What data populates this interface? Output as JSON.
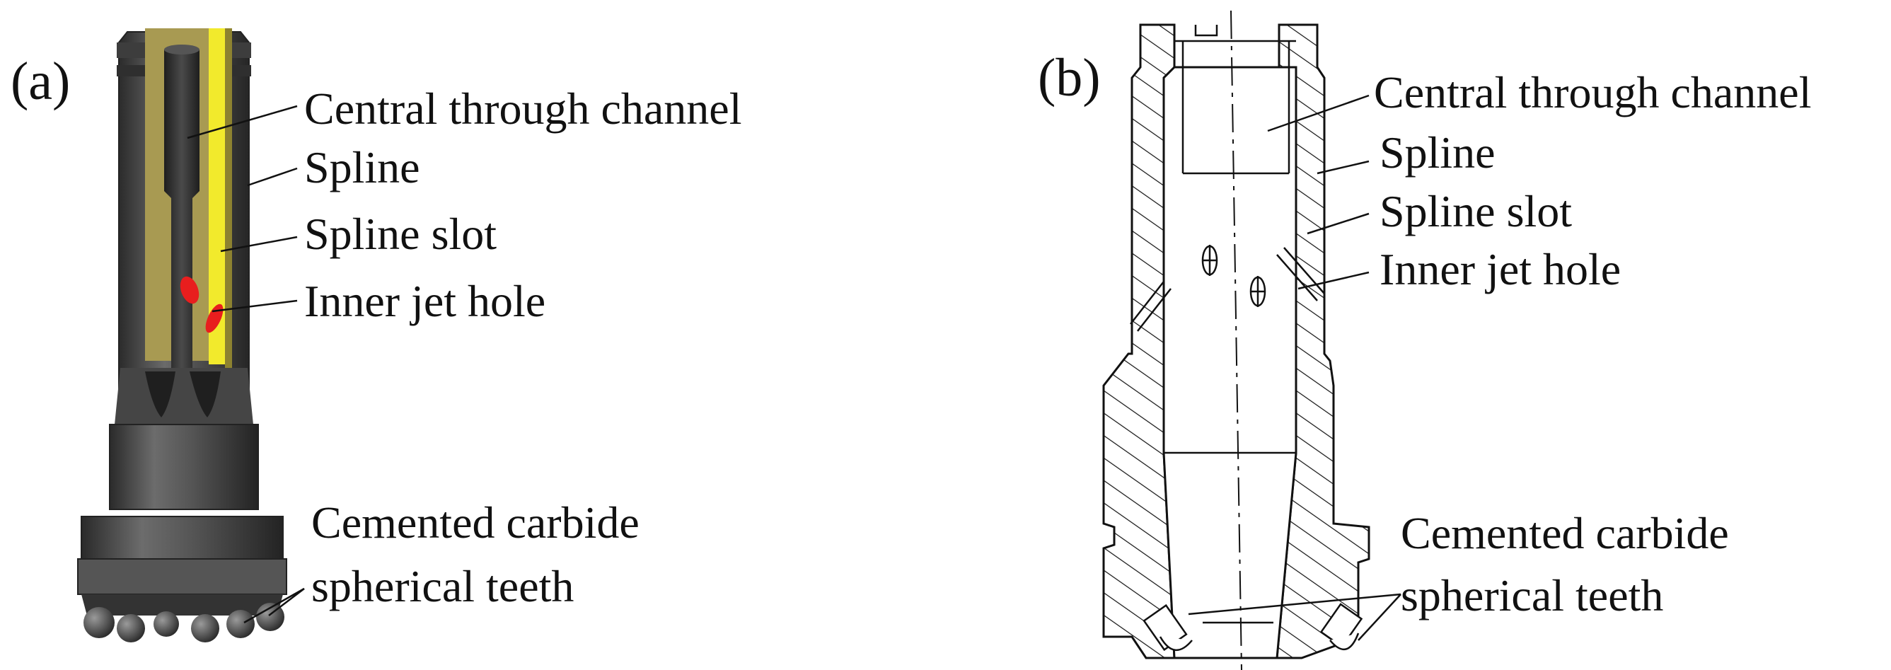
{
  "panel_a": {
    "label": "(a)",
    "callouts": {
      "central_channel": "Central through channel",
      "spline": "Spline",
      "spline_slot": "Spline slot",
      "inner_jet_hole": "Inner jet hole",
      "teeth_line1": "Cemented carbide",
      "teeth_line2": "spherical teeth"
    }
  },
  "panel_b": {
    "label": "(b)",
    "callouts": {
      "central_channel": "Central through channel",
      "spline": "Spline",
      "spline_slot": "Spline slot",
      "inner_jet_hole": "Inner jet hole",
      "teeth_line1": "Cemented carbide",
      "teeth_line2": "spherical teeth"
    }
  },
  "colors": {
    "bit_body_dark": "#3a3a3a",
    "bit_body_mid": "#5c5c5c",
    "spline_olive": "#a89a52",
    "spline_yellow": "#f2ea2c",
    "jet_red": "#e81e1e",
    "line": "#111111"
  }
}
